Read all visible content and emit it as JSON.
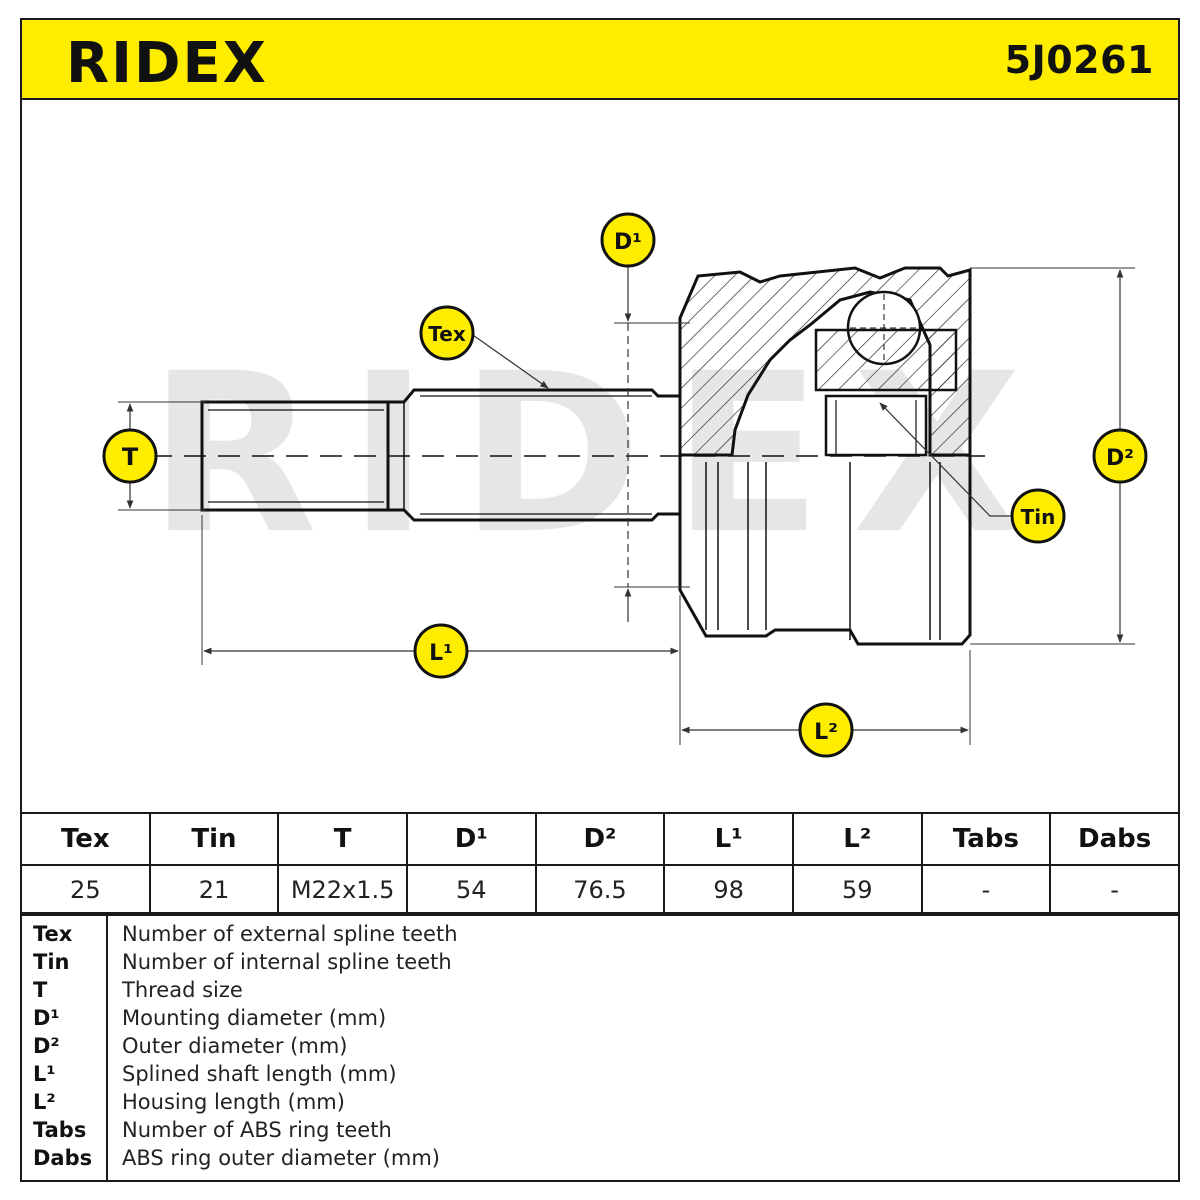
{
  "header": {
    "brand": "RIDEX",
    "part_number": "5J0261"
  },
  "drawing": {
    "watermark": "RIDEX",
    "labels": {
      "tex": "Tex",
      "tin": "Tin",
      "t": "T",
      "d1": "D¹",
      "d2": "D²",
      "l1": "L¹",
      "l2": "L²"
    },
    "badge_color": "#ffed00",
    "badge_outline": "#111111"
  },
  "table": {
    "headers": [
      "Tex",
      "Tin",
      "T",
      "D¹",
      "D²",
      "L¹",
      "L²",
      "Tabs",
      "Dabs"
    ],
    "values": [
      "25",
      "21",
      "M22x1.5",
      "54",
      "76.5",
      "98",
      "59",
      "-",
      "-"
    ]
  },
  "legend": [
    {
      "key": "Tex",
      "desc": "Number of external spline teeth"
    },
    {
      "key": "Tin",
      "desc": "Number of internal spline teeth"
    },
    {
      "key": "T",
      "desc": "Thread size"
    },
    {
      "key": "D¹",
      "desc": "Mounting diameter (mm)"
    },
    {
      "key": "D²",
      "desc": "Outer diameter (mm)"
    },
    {
      "key": "L¹",
      "desc": "Splined shaft length (mm)"
    },
    {
      "key": "L²",
      "desc": "Housing length (mm)"
    },
    {
      "key": "Tabs",
      "desc": "Number of ABS ring teeth"
    },
    {
      "key": "Dabs",
      "desc": "ABS ring outer diameter (mm)"
    }
  ]
}
